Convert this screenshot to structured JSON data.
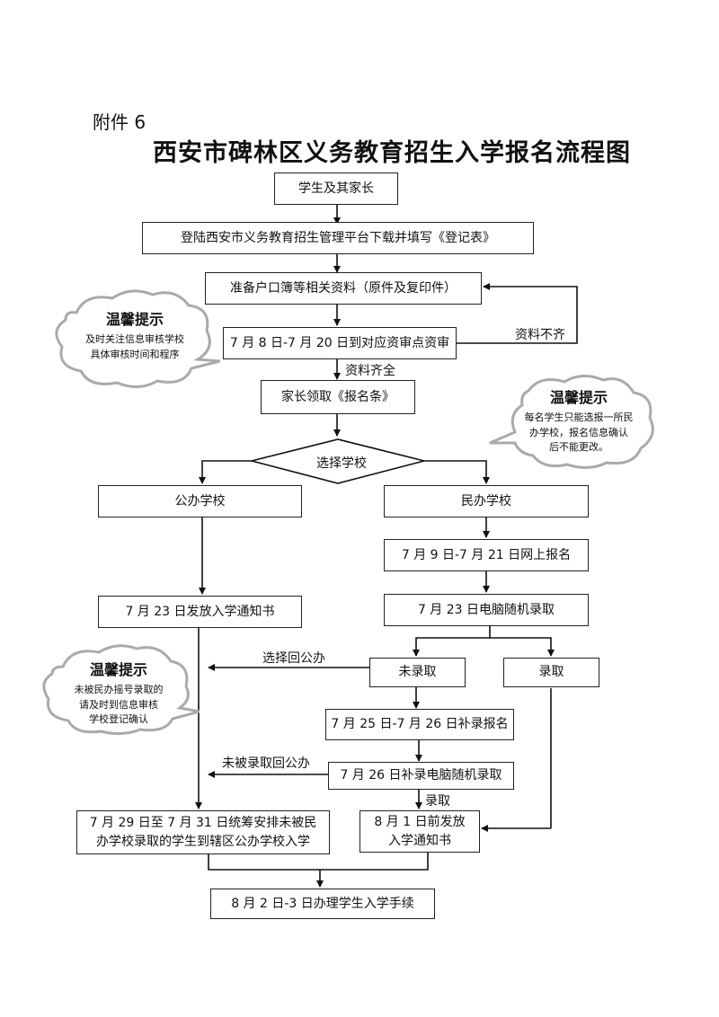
{
  "attachment_label": "附件 6",
  "title": "西安市碑林区义务教育招生入学报名流程图",
  "nodes": {
    "start": "学生及其家长",
    "download": "登陆西安市义务教育招生管理平台下载并填写《登记表》",
    "prepare": "准备户口簿等相关资料（原件及复印件）",
    "review": "7 月 8 日-7 月 20 日到对应资审点资审",
    "receive_slip": "家长领取《报名条》",
    "choose_school": "选择学校",
    "public_school": "公办学校",
    "private_school": "民办学校",
    "online_register": "7 月 9 日-7 月 21 日网上报名",
    "public_notice": "7 月 23 日发放入学通知书",
    "lottery": "7 月 23 日电脑随机录取",
    "not_admitted": "未录取",
    "admitted": "录取",
    "supp_register": "7 月 25 日-7 月 26 日补录报名",
    "supp_lottery": "7 月 26 日补录电脑随机录取",
    "coordinate": "7 月 29 日至 7 月 31 日统筹安排未被民办学校录取的学生到辖区公办学校入学",
    "private_notice": "8 月 1 日前发放入学通知书",
    "final": "8 月 2 日-3 日办理学生入学手续"
  },
  "edge_labels": {
    "incomplete": "资料不齐",
    "complete": "资料齐全",
    "back_public": "选择回公办",
    "not_admitted_back": "未被录取回公办",
    "admitted": "录取"
  },
  "tips": [
    {
      "heading": "温馨提示",
      "lines": [
        "及时关注信息审核学校",
        "具体审核时间和程序"
      ]
    },
    {
      "heading": "温馨提示",
      "lines": [
        "每名学生只能选报一所民",
        "办学校，报名信息确认",
        "后不能更改。"
      ]
    },
    {
      "heading": "温馨提示",
      "lines": [
        "未被民办摇号录取的",
        "请及时到信息审核",
        "学校登记确认"
      ]
    }
  ]
}
